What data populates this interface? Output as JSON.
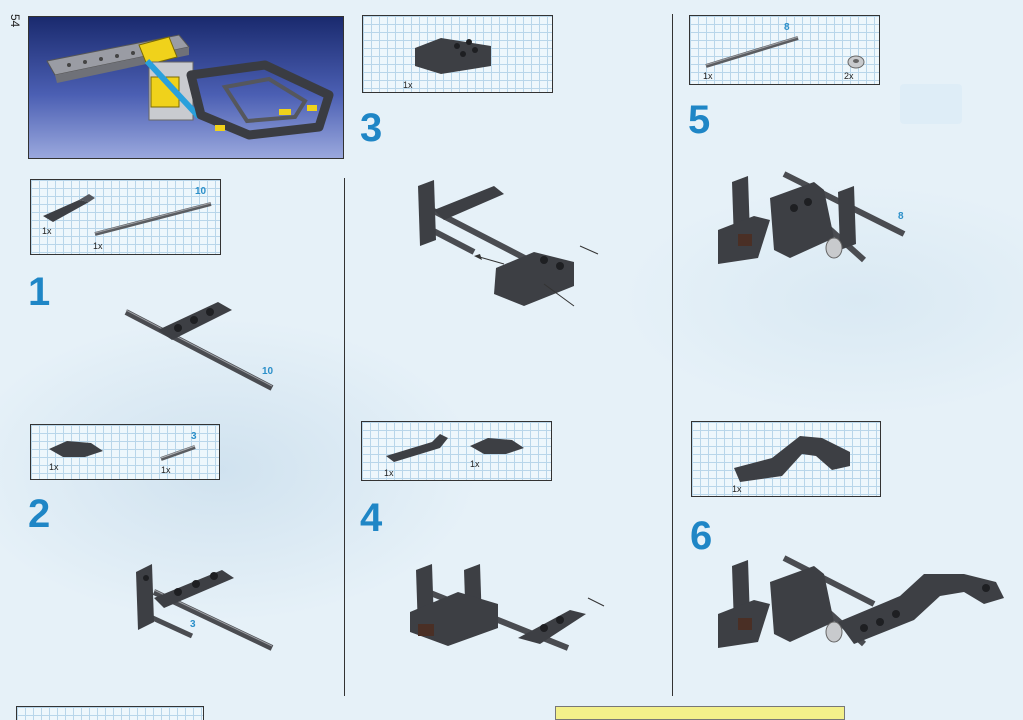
{
  "page_number": "54",
  "steps": [
    {
      "number": "1",
      "parts": [
        {
          "qty": "1x"
        },
        {
          "qty": "1x",
          "length": "10"
        }
      ],
      "callouts": [
        "10"
      ]
    },
    {
      "number": "2",
      "parts": [
        {
          "qty": "1x"
        },
        {
          "qty": "1x",
          "length": "3"
        }
      ],
      "callouts": [
        "3"
      ]
    },
    {
      "number": "3",
      "parts": [
        {
          "qty": "1x"
        }
      ],
      "callouts": []
    },
    {
      "number": "4",
      "parts": [
        {
          "qty": "1x"
        },
        {
          "qty": "1x"
        }
      ],
      "callouts": []
    },
    {
      "number": "5",
      "parts": [
        {
          "qty": "1x",
          "length": "8"
        },
        {
          "qty": "2x"
        }
      ],
      "callouts": [
        "8"
      ]
    },
    {
      "number": "6",
      "parts": [
        {
          "qty": "1x"
        }
      ],
      "callouts": []
    }
  ],
  "colors": {
    "step_blue": "#1f86c6",
    "grid": "#b9d6ea",
    "brick_dark": "#3d3f44",
    "axle": "#5a5c60",
    "preview_bg": "#2a3c8c",
    "note_yellow": "#f3f08a"
  }
}
